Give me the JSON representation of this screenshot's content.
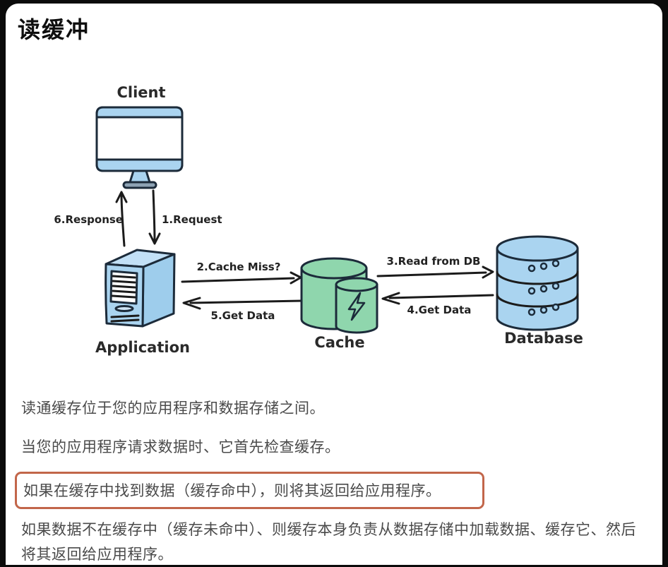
{
  "page": {
    "title": "读缓冲"
  },
  "diagram": {
    "nodes": {
      "client": "Client",
      "application": "Application",
      "cache": "Cache",
      "database": "Database"
    },
    "arrows": {
      "request": "1.Request",
      "cache_miss": "2.Cache Miss?",
      "read_from_db": "3.Read from DB",
      "get_data_db": "4.Get Data",
      "get_data_cache": "5.Get Data",
      "response": "6.Response"
    }
  },
  "content": {
    "p1": "读通缓存位于您的应用程序和数据存储之间。",
    "p2": "当您的应用程序请求数据时、它首先检查缓存。",
    "highlighted": "如果在缓存中找到数据（缓存命中），则将其返回给应用程序。",
    "p3": "如果数据不在缓存中（缓存未命中）、则缓存本身负责从数据存储中加载数据、缓存它、然后将其返回给应用程序。"
  },
  "colors": {
    "node_blue": "#aad4f0",
    "cache_green": "#8fd6ad",
    "outline": "#1c2b3a",
    "highlight_border": "#c2664a",
    "body_text": "#4a4a4a"
  }
}
